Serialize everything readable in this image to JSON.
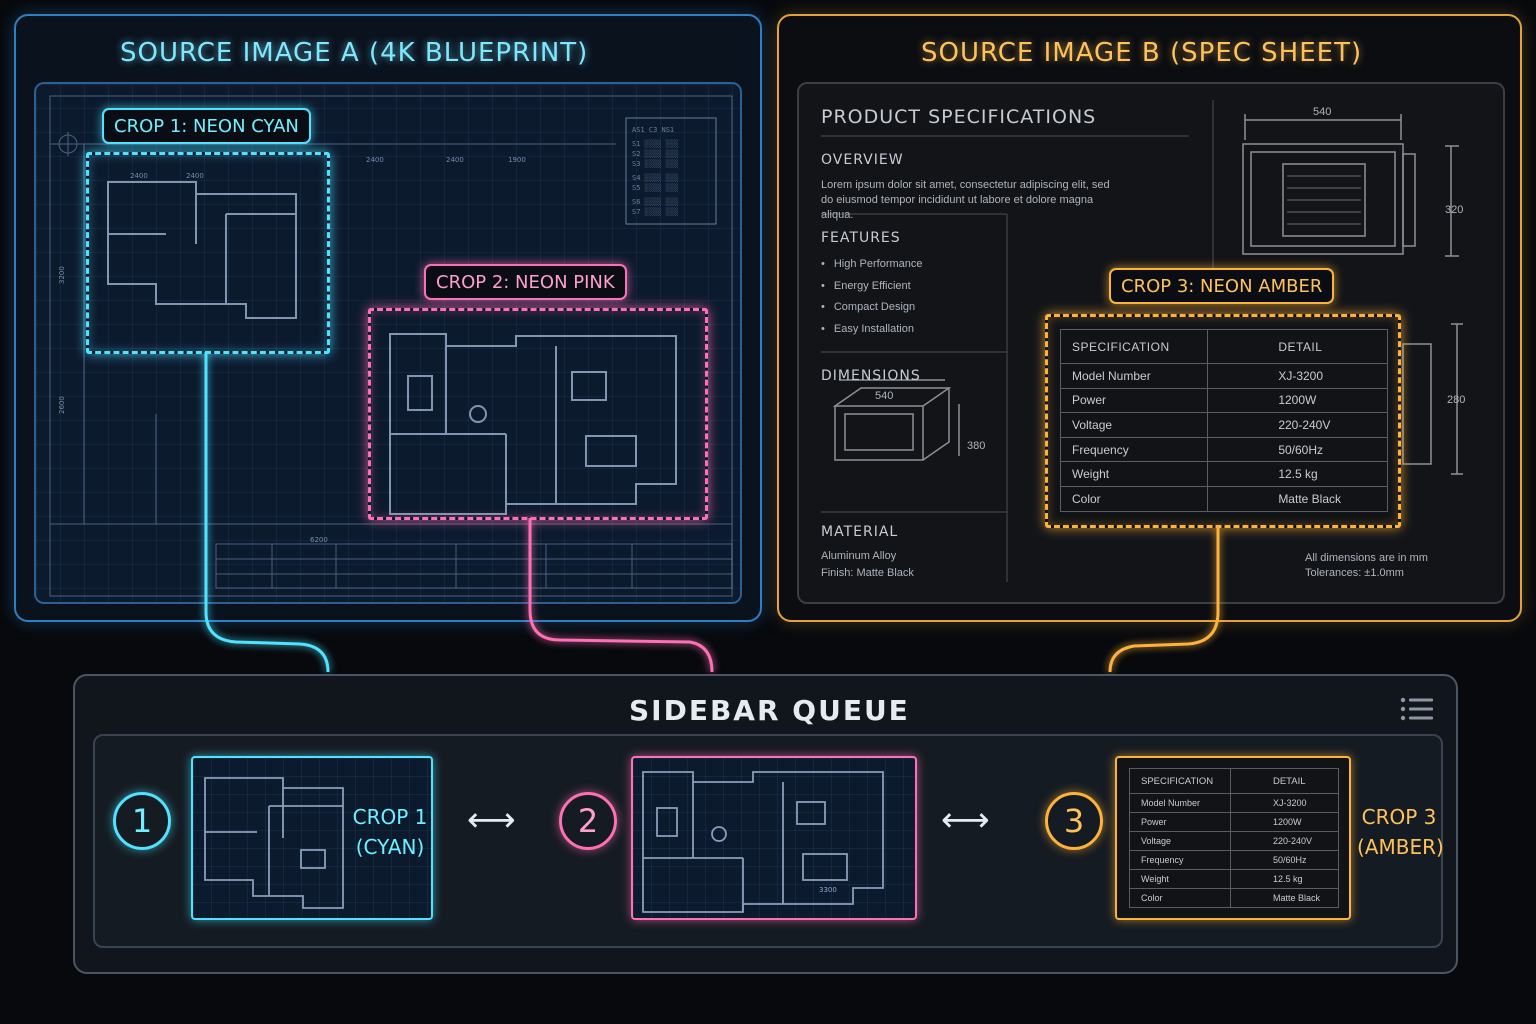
{
  "source_a": {
    "title": "SOURCE IMAGE A (4K BLUEPRINT)",
    "dimensions": [
      "2400",
      "2400",
      "1900",
      "3200",
      "2600",
      "6200",
      "2400",
      "2400"
    ]
  },
  "source_b": {
    "title": "SOURCE IMAGE B (SPEC SHEET)",
    "heading": "PRODUCT SPECIFICATIONS",
    "overview": {
      "label": "OVERVIEW",
      "text": "Lorem ipsum dolor sit amet, consectetur adipiscing elit, sed do eiusmod tempor incididunt ut labore et dolore magna aliqua."
    },
    "features": {
      "label": "FEATURES",
      "items": [
        "High Performance",
        "Energy Efficient",
        "Compact Design",
        "Easy Installation"
      ]
    },
    "dimensions": {
      "label": "DIMENSIONS",
      "width": "540",
      "height": "380"
    },
    "material": {
      "label": "MATERIAL",
      "line1": "Aluminum Alloy",
      "line2": "Finish: Matte Black"
    },
    "drawing": {
      "top_width": "540",
      "side_height_1": "320",
      "side_height_2": "280"
    },
    "note": {
      "line1": "All dimensions are in mm",
      "line2": "Tolerances: ±1.0mm"
    }
  },
  "crops": {
    "crop1": {
      "label": "CROP 1: NEON CYAN",
      "color": "#4fe3ff"
    },
    "crop2": {
      "label": "CROP 2: NEON PINK",
      "color": "#ff6fb4"
    },
    "crop3": {
      "label": "CROP 3: NEON AMBER",
      "color": "#ffb238"
    }
  },
  "spec_table": {
    "headers": [
      "SPECIFICATION",
      "DETAIL"
    ],
    "rows": [
      [
        "Model Number",
        "XJ-3200"
      ],
      [
        "Power",
        "1200W"
      ],
      [
        "Voltage",
        "220-240V"
      ],
      [
        "Frequency",
        "50/60Hz"
      ],
      [
        "Weight",
        "12.5 kg"
      ],
      [
        "Color",
        "Matte Black"
      ]
    ]
  },
  "queue": {
    "title": "SIDEBAR QUEUE",
    "menu_icon": "list-icon",
    "items": [
      {
        "number": "1",
        "label_line1": "CROP 1",
        "label_line2": "(CYAN)"
      },
      {
        "number": "2"
      },
      {
        "number": "3",
        "label_line1": "CROP 3",
        "label_line2": "(AMBER)"
      }
    ],
    "arrow": "⟷",
    "thumb2_dim": "3300"
  }
}
